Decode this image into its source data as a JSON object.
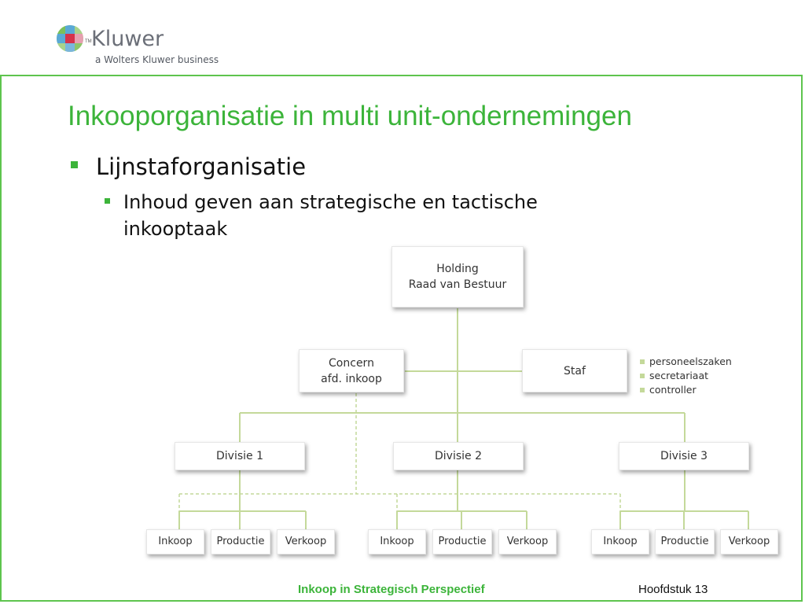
{
  "logo": {
    "tm": "TM",
    "wordmark": "Kluwer",
    "tagline": "a Wolters Kluwer business"
  },
  "slide": {
    "title": "Inkooporganisatie in multi unit-ondernemingen",
    "bullet_level1": "Lijnstaforganisatie",
    "bullet_level2": "Inhoud geven aan strategische en tactische inkooptaak"
  },
  "org_chart": {
    "holding": [
      "Holding",
      "Raad van Bestuur"
    ],
    "concern": [
      "Concern",
      "afd. inkoop"
    ],
    "staf": "Staf",
    "staf_items": [
      "personeelszaken",
      "secretariaat",
      "controller"
    ],
    "divisions": [
      {
        "name": "Divisie 1",
        "units": [
          "Inkoop",
          "Productie",
          "Verkoop"
        ]
      },
      {
        "name": "Divisie 2",
        "units": [
          "Inkoop",
          "Productie",
          "Verkoop"
        ]
      },
      {
        "name": "Divisie 3",
        "units": [
          "Inkoop",
          "Productie",
          "Verkoop"
        ]
      }
    ]
  },
  "colors": {
    "accent_green": "#3cb43a",
    "frame_green": "#5ec44e",
    "connector_green": "#c4d99a",
    "logo_gray": "#6b6f78"
  },
  "footer": {
    "center": "Inkoop in Strategisch Perspectief",
    "right": "Hoofdstuk 13"
  }
}
